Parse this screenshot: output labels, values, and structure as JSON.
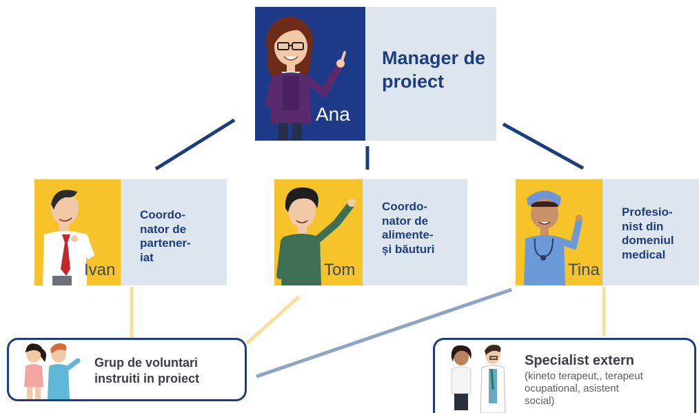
{
  "top": {
    "name": "Ana",
    "role": "Manager de proiect"
  },
  "middle": [
    {
      "name": "Ivan",
      "role_lines": [
        "Coordo-",
        "nator de",
        "partener-",
        "iat"
      ]
    },
    {
      "name": "Tom",
      "role_lines": [
        "Coordo-",
        "nator de",
        "alimente-",
        "și băuturi"
      ]
    },
    {
      "name": "Tina",
      "role_lines": [
        "Profesio-",
        "nist din",
        "domeniul",
        "medical"
      ]
    }
  ],
  "volunteers": {
    "title_lines": [
      "Grup de voluntari",
      "instruiti in proiect"
    ]
  },
  "specialist": {
    "title": "Specialist extern",
    "sub_lines": [
      "(kineto terapeut,, terapeut",
      "ocupational, asistent",
      "social)"
    ]
  },
  "colors": {
    "navy": "#1c3a87",
    "gold": "#f6c42a",
    "panel": "#dde6ee",
    "role_text": "#1d3d7c",
    "connector_dark": "#1d3d7c",
    "connector_light": "#f8df9a",
    "connector_grey": "#8fa3c6"
  }
}
